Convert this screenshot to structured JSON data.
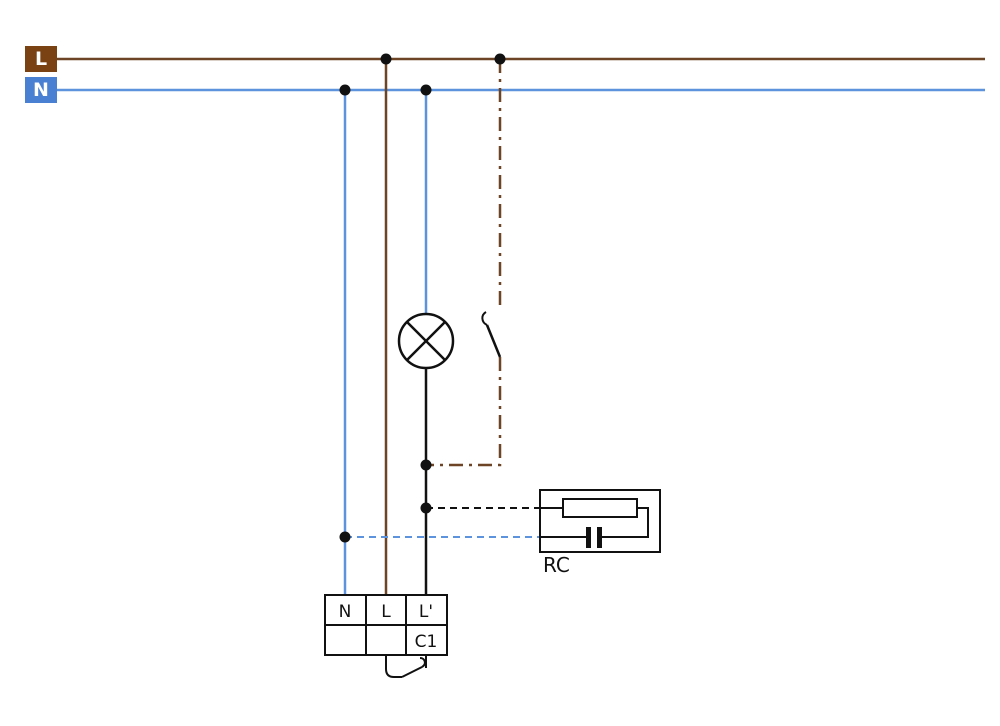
{
  "diagram": {
    "bus": {
      "phase_label": "L",
      "neutral_label": "N"
    },
    "terminal_block": {
      "terminals": [
        "N",
        "L",
        "L'"
      ],
      "aux_label": "C1"
    },
    "rc": {
      "label": "RC"
    }
  },
  "colors": {
    "brown": "#6d4526",
    "brown_box": "#7a4112",
    "blue": "#5c93dc",
    "blue_box": "#4a80d2",
    "ink": "#111111",
    "bg": "#ffffff"
  }
}
